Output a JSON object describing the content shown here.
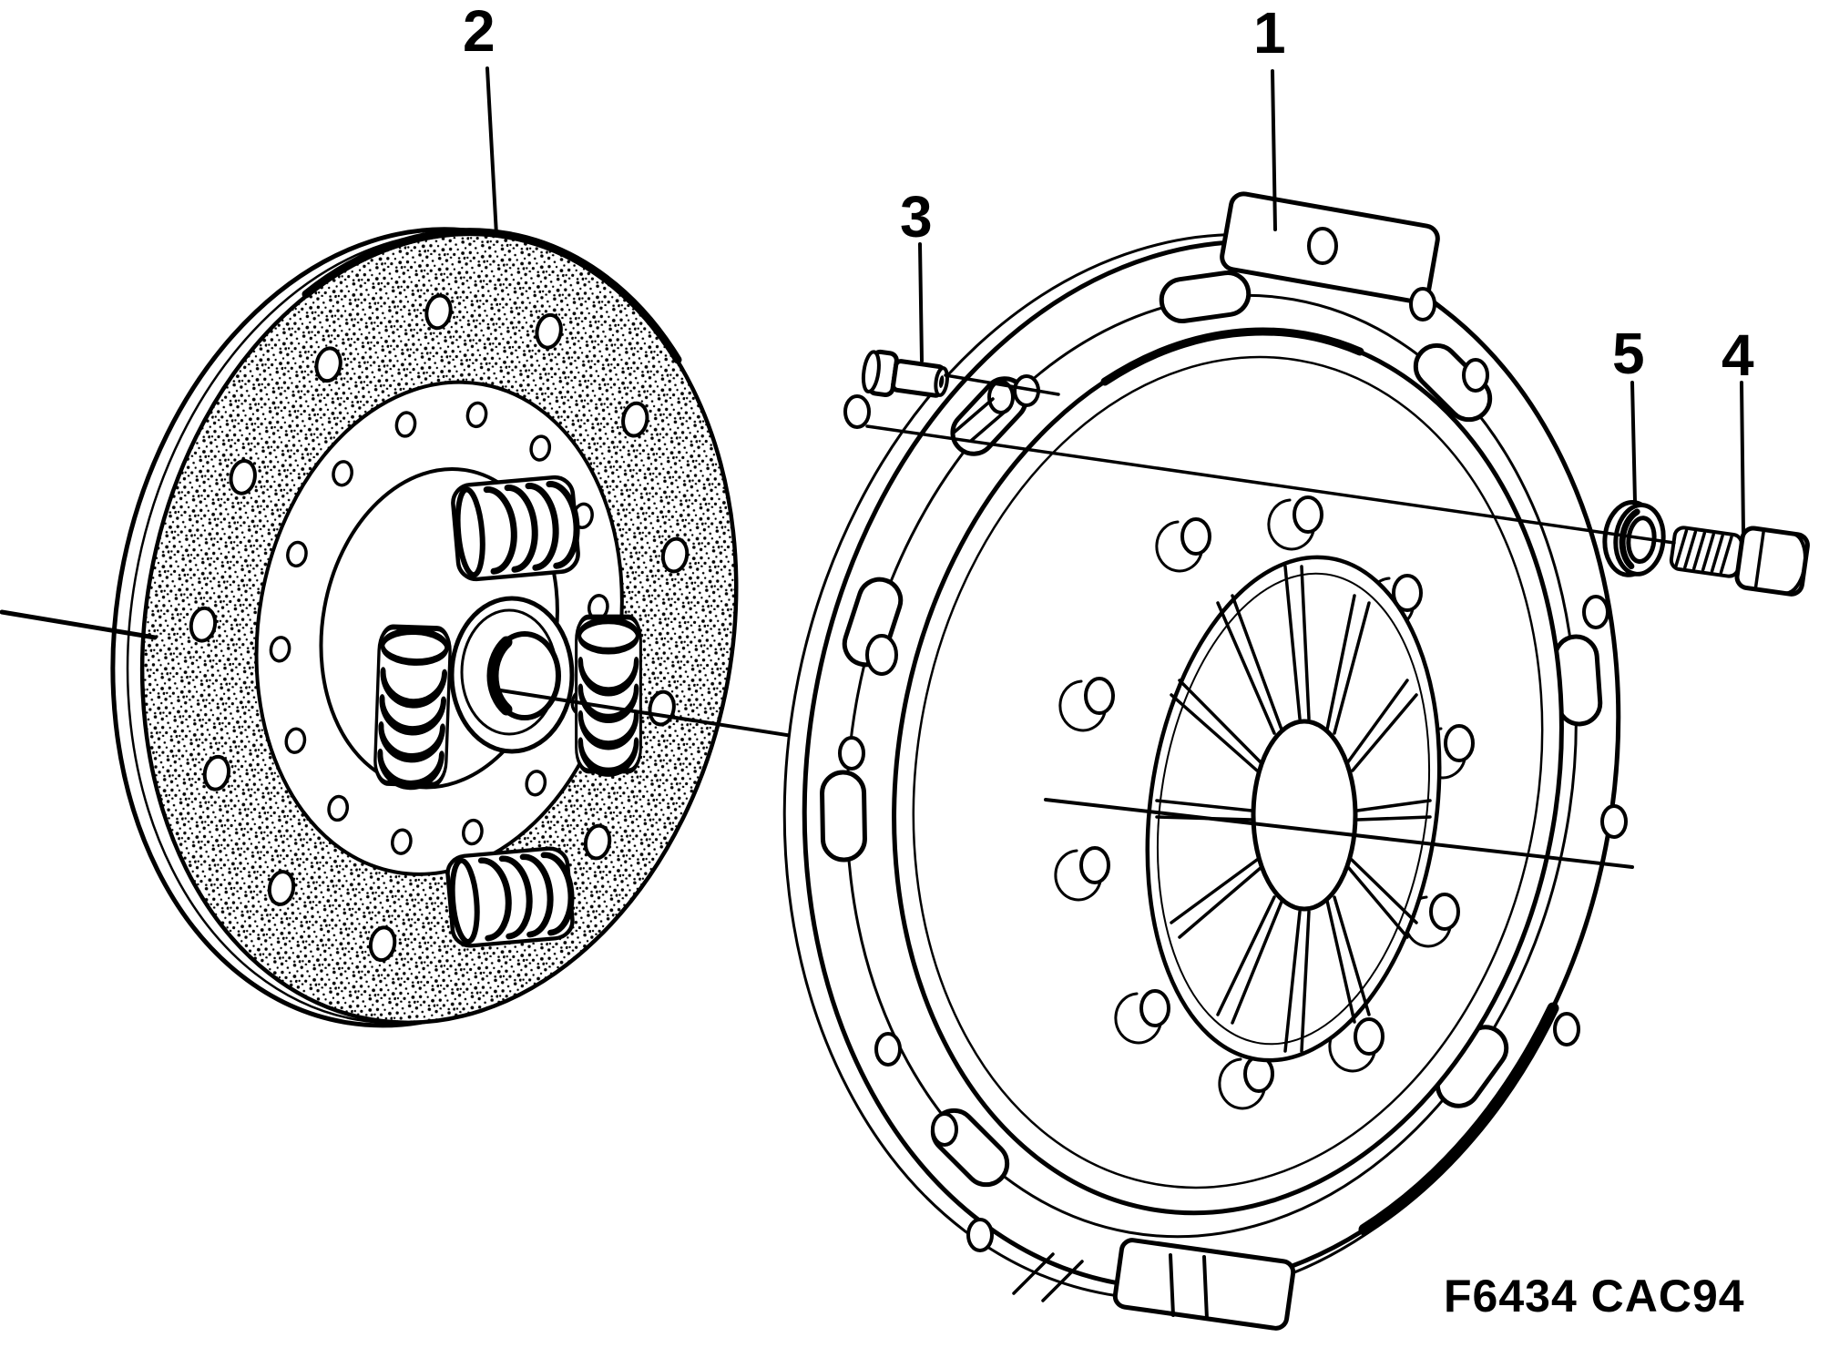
{
  "figure": {
    "caption": "F6434 CAC94",
    "ink_color": "#000000",
    "paper_color": "#ffffff"
  },
  "callouts": {
    "pressure_plate": "1",
    "clutch_disc": "2",
    "pin": "3",
    "bolt": "4",
    "washer": "5"
  }
}
